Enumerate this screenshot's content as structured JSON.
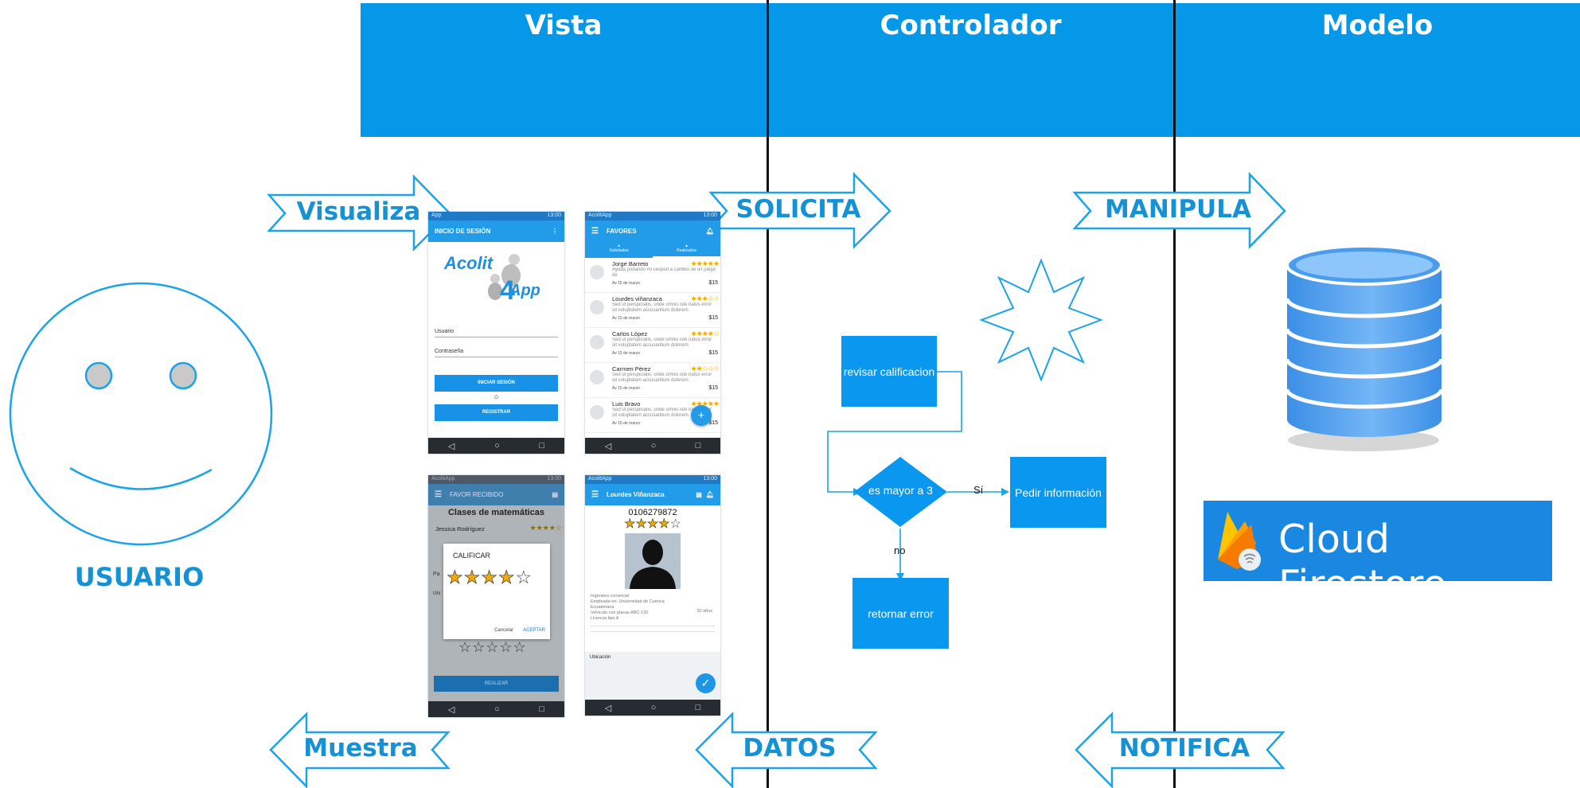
{
  "columns": {
    "vista": "Vista",
    "controlador": "Controlador",
    "modelo": "Modelo"
  },
  "arrows": {
    "visualiza": "Visualiza",
    "solicita": "SOLICITA",
    "manipula": "MANIPULA",
    "muestra": "Muestra",
    "datos": "DATOS",
    "notifica": "NOTIFICA"
  },
  "user": {
    "label": "USUARIO"
  },
  "colors": {
    "accent": "#0597e8",
    "arrow_text": "#1592d6",
    "flow_box": "#0a97ef"
  },
  "phone_login": {
    "status_app": "App",
    "status_time": "13:00",
    "title": "INICIO DE SESIÓN",
    "logo_text_1": "Acolit",
    "logo_text_2": "App",
    "user_field": "Usuario",
    "password_field": "Contraseña",
    "login_button": "INICIAR SESIÓN",
    "or_text": "O",
    "register_button": "REGISTRAR"
  },
  "phone_favors": {
    "status_app": "AcolitApp",
    "status_time": "13:00",
    "title": "FAVORES",
    "tab_1": "Solicitados",
    "tab_2": "Realizados",
    "items": [
      {
        "name": "Jorge Barreto",
        "desc": "Ayuda podando mi cesped a cambio de un juego de",
        "date": "Av 15 de marzo",
        "price": "$15",
        "stars": "★★★★★"
      },
      {
        "name": "Lourdes viñanzaca",
        "desc": "Sed ut perspiciatis, unde omnis iste natus error sit voluptatem accusantium dolorem",
        "date": "Av 15 de marzo",
        "price": "$15",
        "stars": "★★★☆☆"
      },
      {
        "name": "Carlos López",
        "desc": "Sed ut perspiciatis, unde omnis iste natus error sit voluptatem accusantium dolorem",
        "date": "Av 15 de marzo",
        "price": "$15",
        "stars": "★★★★☆"
      },
      {
        "name": "Carmen Pérez",
        "desc": "Sed ut perspiciatis, unde omnis iste natus error sit voluptatem accusantium dolorem",
        "date": "Av 15 de marzo",
        "price": "$15",
        "stars": "★★☆☆☆"
      },
      {
        "name": "Luis Bravo",
        "desc": "Sed ut perspiciatis, unde omnis iste natus error sit voluptatem accusantium dolorem",
        "date": "Av 15 de marzo",
        "price": "$15",
        "stars": "★★★★★"
      }
    ],
    "fab": "+"
  },
  "phone_rating": {
    "status_app": "AcolitApp",
    "status_time": "13:00",
    "title": "FAVOR RECIBIDO",
    "subject": "Clases de matemáticas",
    "person": "Jessica Rodríguez",
    "person_stars": "★★★★☆",
    "side_label_1": "Pa",
    "side_label_2": "Ubi",
    "dialog_title": "CALIFICAR",
    "dialog_stars_filled": "★★★★",
    "dialog_stars_empty": "☆",
    "dialog_rating": 4,
    "cancel": "Cancelar",
    "accept": "ACEPTAR",
    "empty_stars": "☆☆☆☆☆",
    "submit": "REALIZAR"
  },
  "phone_profile": {
    "status_app": "AcolitApp",
    "status_time": "13:00",
    "title": "Lourdes Viñanzaca",
    "id_number": "0106279872",
    "stars_filled": "★★★★",
    "stars_empty": "☆",
    "rating": 4,
    "details": [
      "Ingeniera comercial",
      "Empleada en: Universidad de Cuenca",
      "Ecuatoriana",
      "Vehículo con placas ABC-120",
      "Licencia tipo A"
    ],
    "age": "30 años",
    "location_label": "Ubicación"
  },
  "flowchart": {
    "review": "revisar calificacion",
    "decision": "es mayor a 3",
    "yes_label": "Sí",
    "no_label": "no",
    "request_info": "Pedir información",
    "return_error": "retornar error"
  },
  "model": {
    "firestore_label": "Cloud Firestore"
  },
  "icons": [
    "smiley-face-icon",
    "database-icon",
    "firebase-flame-icon",
    "starburst-icon",
    "menu-icon",
    "bell-icon",
    "document-icon",
    "check-icon",
    "back-nav-icon",
    "home-nav-icon",
    "recent-nav-icon",
    "avatar-silhouette-icon"
  ]
}
